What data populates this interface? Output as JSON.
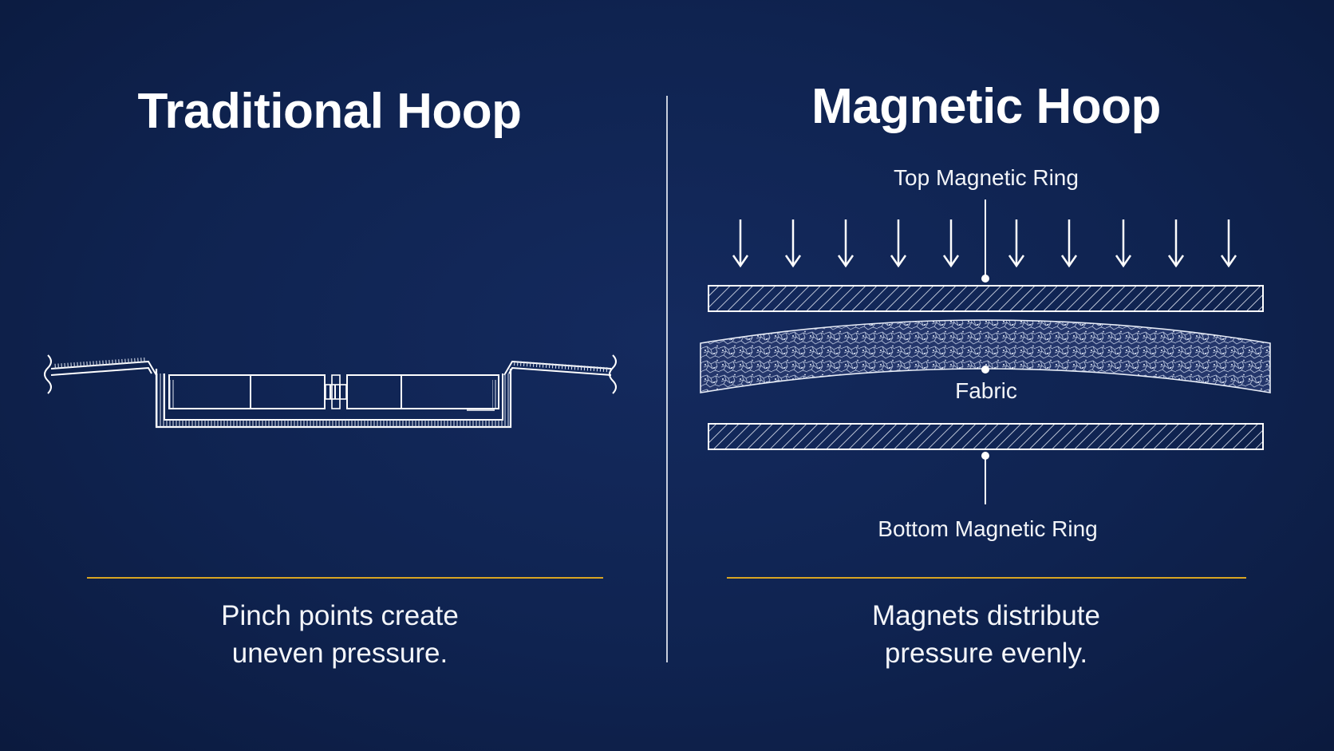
{
  "left_panel": {
    "title": "Traditional Hoop",
    "caption_line1": "Pinch points create",
    "caption_line2": "uneven pressure."
  },
  "right_panel": {
    "title": "Magnetic Hoop",
    "label_top_ring": "Top Magnetic Ring",
    "label_fabric": "Fabric",
    "label_bottom_ring": "Bottom Magnetic Ring",
    "caption_line1": "Magnets distribute",
    "caption_line2": "pressure evenly."
  },
  "colors": {
    "background": "#0f2350",
    "line": "#ffffff",
    "accent_rule": "#d9a522"
  }
}
